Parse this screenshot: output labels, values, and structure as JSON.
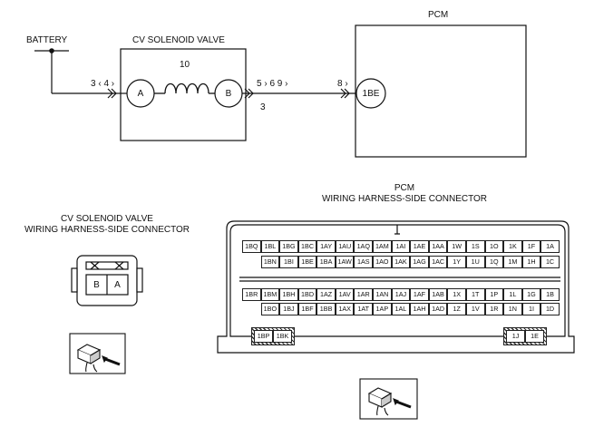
{
  "labels": {
    "battery": "BATTERY",
    "cv_valve": "CV SOLENOID VALVE",
    "pcm": "PCM",
    "pcm_connector_title": "PCM",
    "pcm_connector_sub": "WIRING HARNESS-SIDE CONNECTOR",
    "cv_connector_title": "CV SOLENOID VALVE",
    "cv_connector_sub": "WIRING HARNESS-SIDE CONNECTOR"
  },
  "terminals": {
    "a": "A",
    "b": "B",
    "pcm_1be": "1BE"
  },
  "refs": {
    "left_wire": "3 ‹ 4 ›",
    "coil": "10",
    "right_wire": "5 › 6  9 ›",
    "below_b": "3",
    "pcm_side": "8 ›"
  },
  "cv_connector": {
    "pins": [
      "B",
      "A"
    ]
  },
  "pcm_connector": {
    "rows": [
      [
        "1BQ",
        "1BL",
        "1BG",
        "1BC",
        "1AY",
        "1AU",
        "1AQ",
        "1AM",
        "1AI",
        "1AE",
        "1AA",
        "1W",
        "1S",
        "1O",
        "1K",
        "1F",
        "1A"
      ],
      [
        "",
        "1BN",
        "1BI",
        "1BE",
        "1BA",
        "1AW",
        "1AS",
        "1AO",
        "1AK",
        "1AG",
        "1AC",
        "1Y",
        "1U",
        "1Q",
        "1M",
        "1H",
        "1C"
      ],
      [
        "1BR",
        "1BM",
        "1BH",
        "1BD",
        "1AZ",
        "1AV",
        "1AR",
        "1AN",
        "1AJ",
        "1AF",
        "1AB",
        "1X",
        "1T",
        "1P",
        "1L",
        "1G",
        "1B"
      ],
      [
        "",
        "1BO",
        "1BJ",
        "1BF",
        "1BB",
        "1AX",
        "1AT",
        "1AP",
        "1AL",
        "1AH",
        "1AD",
        "1Z",
        "1V",
        "1R",
        "1N",
        "1I",
        "1D"
      ]
    ],
    "bottom_left": [
      "1BP",
      "1BK"
    ],
    "bottom_right": [
      "1J",
      "1E"
    ]
  }
}
